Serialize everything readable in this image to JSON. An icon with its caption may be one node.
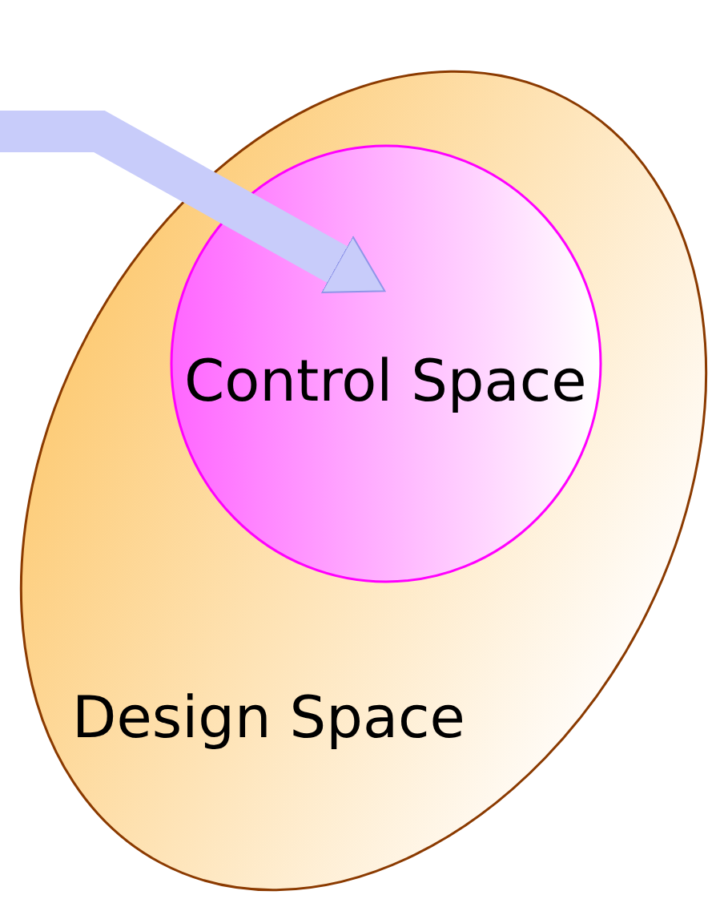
{
  "diagram": {
    "nodes": [
      {
        "text": [
          "Design Space"
        ]
      },
      {
        "text": [
          "Control Space"
        ],
        "in": 0
      }
    ],
    "edges": [
      {
        "from": null,
        "to": 1,
        "arrow": "to"
      }
    ]
  }
}
